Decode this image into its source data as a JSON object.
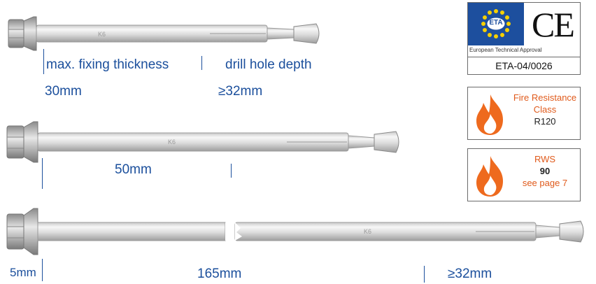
{
  "anchors": [
    {
      "marking": "K6",
      "labels": {
        "fixing_title": "max. fixing thickness",
        "drill_title": "drill hole depth",
        "fixing_value": "30mm",
        "drill_value": "≥32mm"
      }
    },
    {
      "marking": "K6",
      "labels": {
        "fixing_value": "50mm"
      }
    },
    {
      "marking": "K6",
      "labels": {
        "head_value": "5mm",
        "fixing_value": "165mm",
        "drill_value": "≥32mm"
      }
    }
  ],
  "certificates": {
    "eta": {
      "logo_text": "ETA",
      "ce_mark": "CE",
      "caption": "European Technical Approval",
      "number": "ETA-04/0026"
    },
    "fire": {
      "line1": "Fire Resistance",
      "line2": "Class",
      "value": "R120",
      "icon": "flame-icon"
    },
    "rws": {
      "line1": "RWS",
      "value": "90",
      "note": "see page 7",
      "icon": "flame-icon"
    }
  },
  "colors": {
    "label_blue": "#1b4f9c",
    "flame_orange": "#ee6a1e",
    "eu_blue": "#1d4f9e",
    "eu_star": "#f6d000"
  }
}
